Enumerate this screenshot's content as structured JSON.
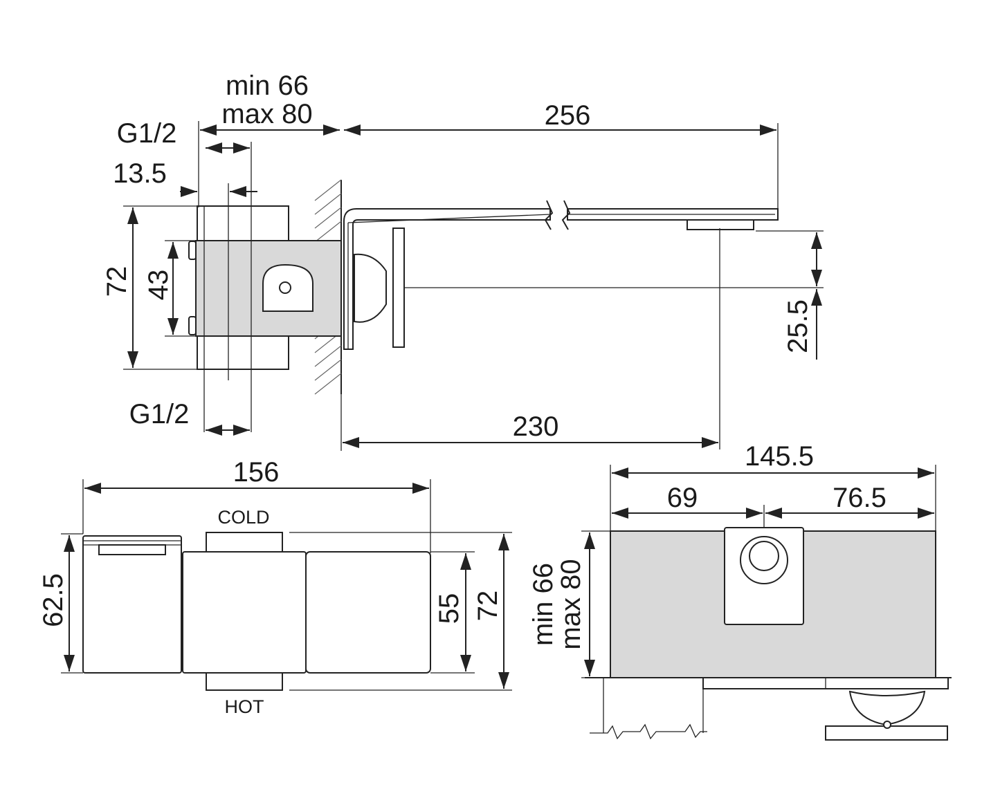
{
  "side_view": {
    "gap_dim_min": "min 66",
    "gap_dim_max": "max 80",
    "spout_length": "256",
    "thread_top": "G1/2",
    "offset": "13.5",
    "height_total": "72",
    "height_body": "43",
    "outlet_height": "25.5",
    "thread_bottom": "G1/2",
    "projection": "230"
  },
  "front_view": {
    "width": "156",
    "cold_label": "COLD",
    "hot_label": "HOT",
    "spout_height": "62.5",
    "body_height": "55",
    "total_height": "72"
  },
  "top_view": {
    "width": "145.5",
    "left_part": "69",
    "right_part": "76.5",
    "depth_min": "min 66",
    "depth_max": "max 80"
  },
  "colors": {
    "line": "#222222",
    "body_fill": "#d9d9d9",
    "background": "#ffffff"
  }
}
